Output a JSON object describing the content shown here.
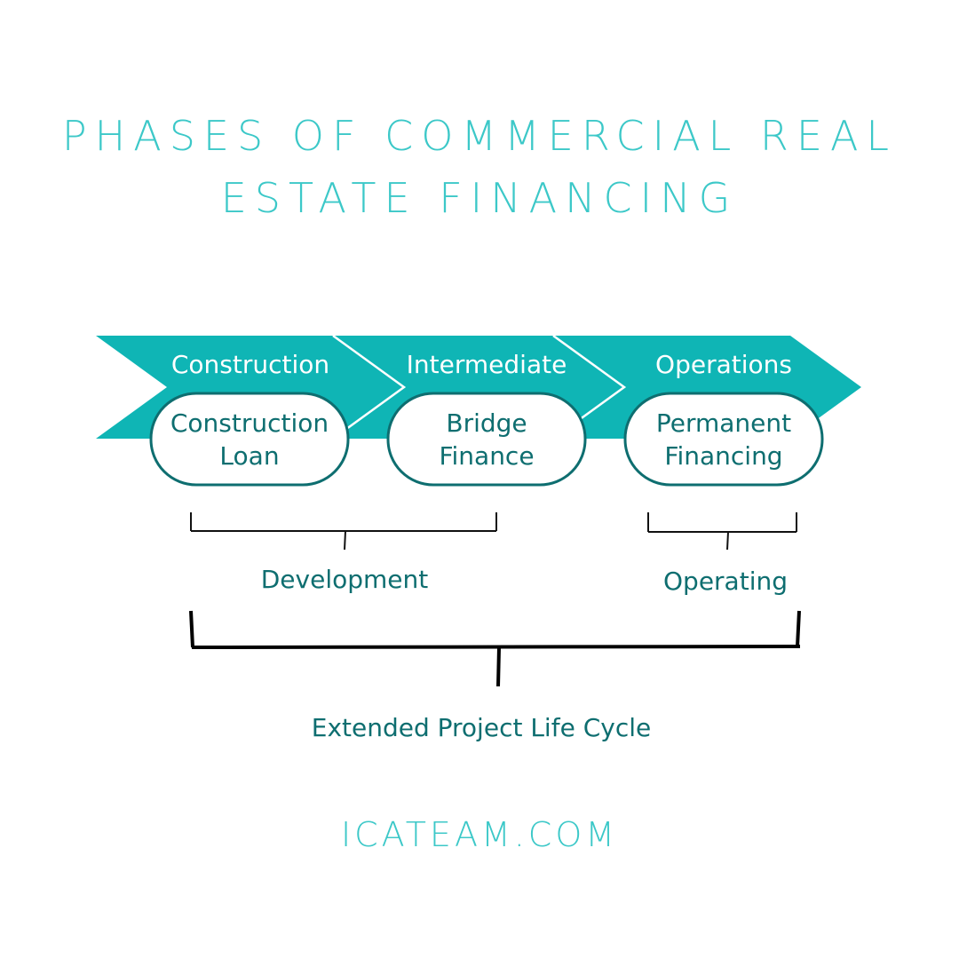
{
  "title": {
    "line1": "PHASES OF COMMERCIAL REAL",
    "line2": "ESTATE FINANCING"
  },
  "phases": [
    {
      "label": "Construction",
      "financing": [
        "Construction",
        "Loan"
      ]
    },
    {
      "label": "Intermediate",
      "financing": [
        "Bridge",
        "Finance"
      ]
    },
    {
      "label": "Operations",
      "financing": [
        "Permanent",
        "Financing"
      ]
    }
  ],
  "groups": {
    "development": "Development",
    "operating": "Operating",
    "extended": "Extended Project Life Cycle"
  },
  "footer": "ICATEAM.COM",
  "colors": {
    "title": "#3cc8c8",
    "arrow": "#0fb5b5",
    "pill_border": "#0e6e70",
    "text_dark": "#0e6e70"
  }
}
